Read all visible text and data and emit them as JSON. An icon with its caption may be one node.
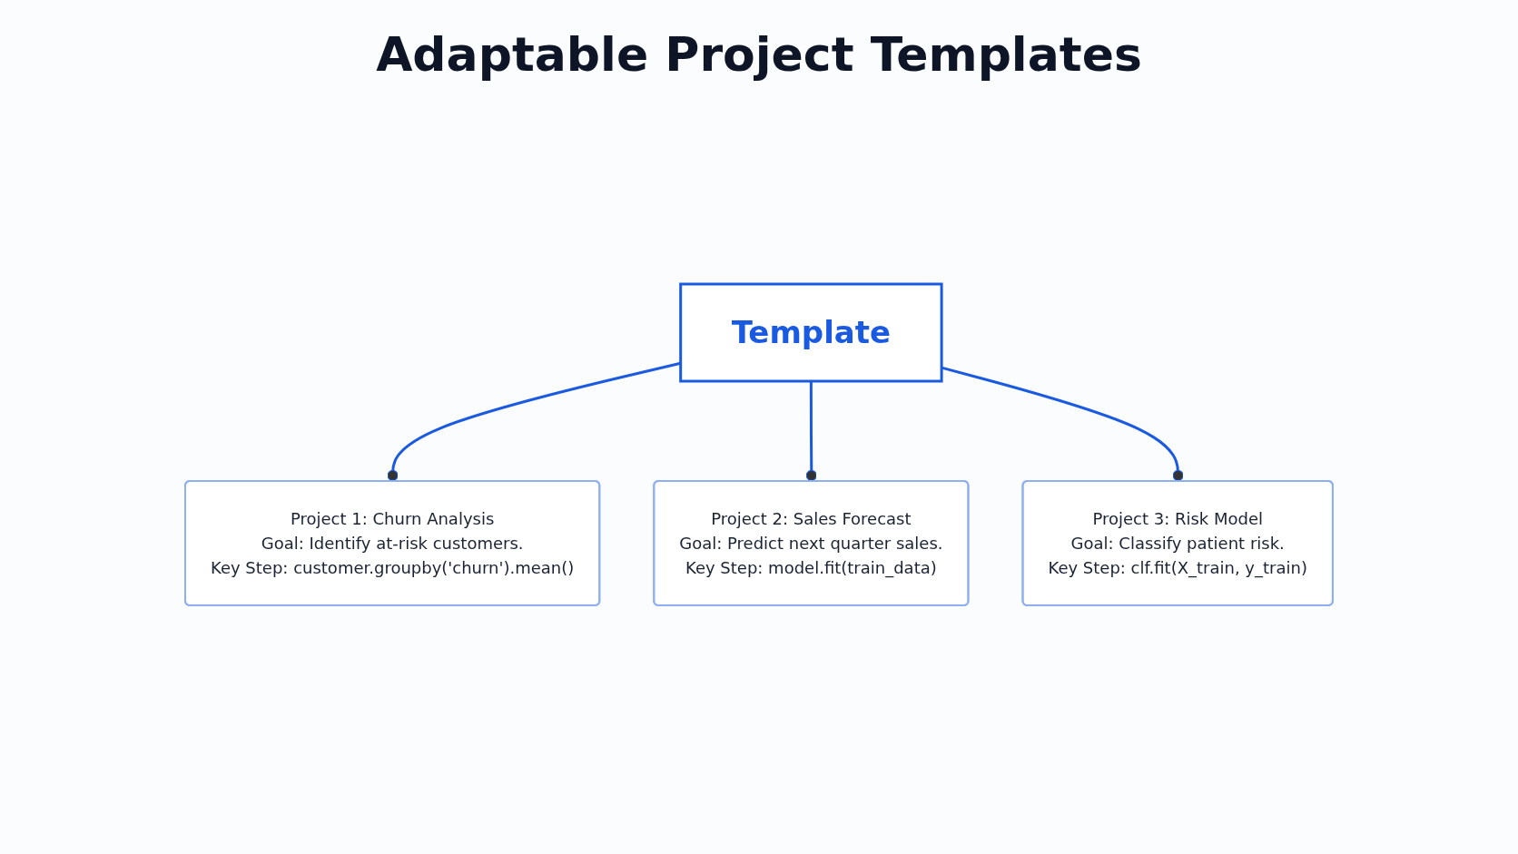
{
  "diagram": {
    "title": "Adaptable Project Templates",
    "nodes": [
      {
        "text": [
          "Template"
        ]
      },
      {
        "text": [
          "Project 1: Churn Analysis",
          "Goal: Identify at-risk customers.",
          "Key Step: customer.groupby('churn').mean()"
        ]
      },
      {
        "text": [
          "Project 2: Sales Forecast",
          "Goal: Predict next quarter sales.",
          "Key Step: model.fit(train_data)"
        ]
      },
      {
        "text": [
          "Project 3: Risk Model",
          "Goal: Classify patient risk.",
          "Key Step: clf.fit(X_train, y_train)"
        ]
      }
    ],
    "edges": [
      {
        "from": 0,
        "to": 1,
        "arrow": "other"
      },
      {
        "from": 0,
        "to": 2,
        "arrow": "other"
      },
      {
        "from": 0,
        "to": 3,
        "arrow": "other"
      }
    ]
  }
}
